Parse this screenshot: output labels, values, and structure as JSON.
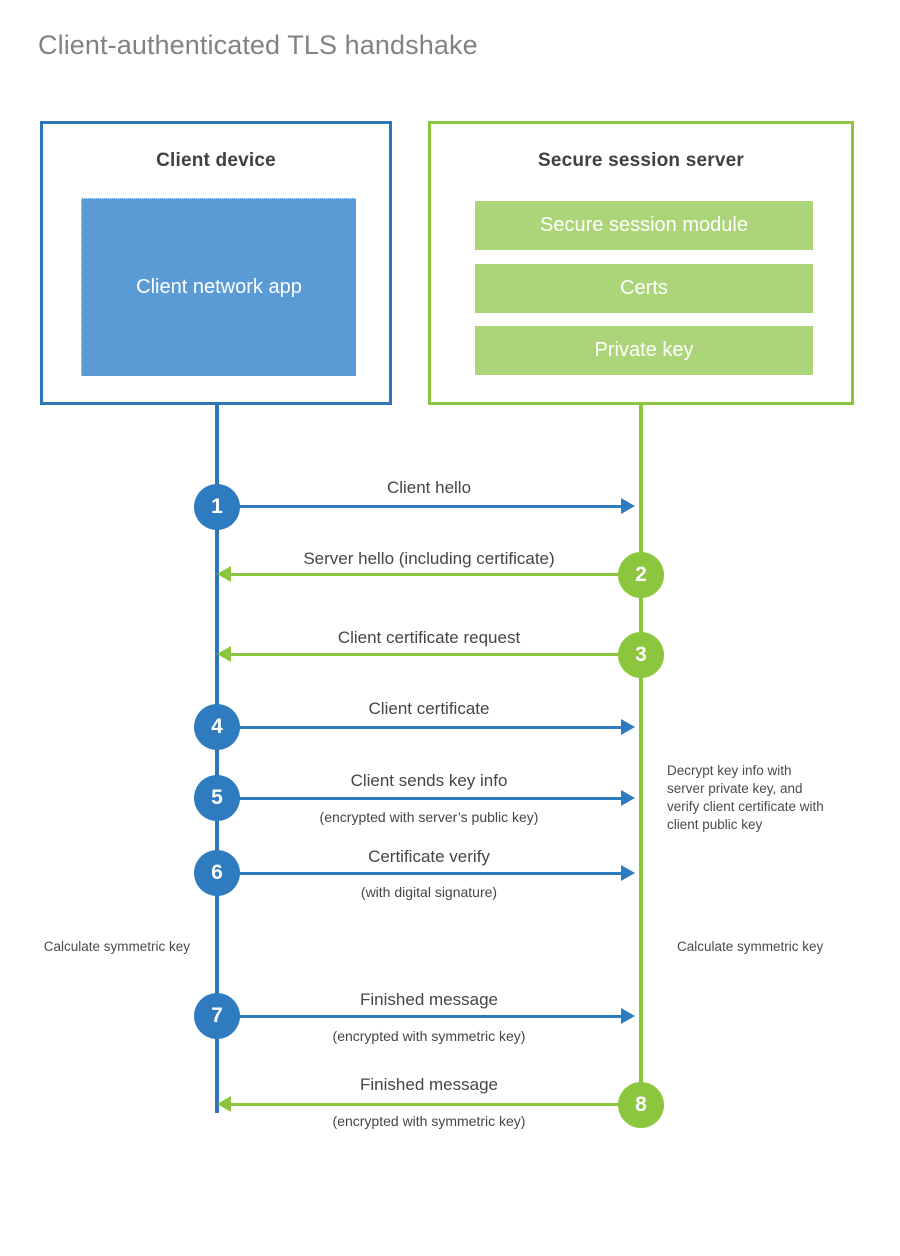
{
  "title": "Client-authenticated TLS handshake",
  "colors": {
    "client_accent": "#2E75B6",
    "client_circle": "#2E7CBF",
    "client_app_fill": "#5B9BD5",
    "server_accent": "#8CC63F",
    "server_bar_fill": "#ACD579",
    "title_text": "#808285",
    "body_text": "#444548",
    "background": "#FFFFFF"
  },
  "entities": {
    "client": {
      "title": "Client device",
      "component": "Client network app"
    },
    "server": {
      "title": "Secure session server",
      "components": [
        "Secure session module",
        "Certs",
        "Private key"
      ]
    }
  },
  "steps": [
    {
      "number": "1",
      "label": "Client hello",
      "sublabel": "",
      "direction": "client-to-server"
    },
    {
      "number": "2",
      "label": "Server hello (including certificate)",
      "sublabel": "",
      "direction": "server-to-client"
    },
    {
      "number": "3",
      "label": "Client certificate request",
      "sublabel": "",
      "direction": "server-to-client"
    },
    {
      "number": "4",
      "label": "Client certificate",
      "sublabel": "",
      "direction": "client-to-server"
    },
    {
      "number": "5",
      "label": "Client sends key info",
      "sublabel": "(encrypted with server’s public key)",
      "direction": "client-to-server"
    },
    {
      "number": "6",
      "label": "Certificate verify",
      "sublabel": "(with digital signature)",
      "direction": "client-to-server"
    },
    {
      "number": "7",
      "label": "Finished message",
      "sublabel": "(encrypted with symmetric key)",
      "direction": "client-to-server"
    },
    {
      "number": "8",
      "label": "Finished message",
      "sublabel": "(encrypted with symmetric key)",
      "direction": "server-to-client"
    }
  ],
  "annotations": {
    "server_decrypt_note": "Decrypt key info with server private key, and verify client certificate with client public key",
    "client_calculate_key": "Calculate symmetric key",
    "server_calculate_key": "Calculate symmetric key"
  }
}
